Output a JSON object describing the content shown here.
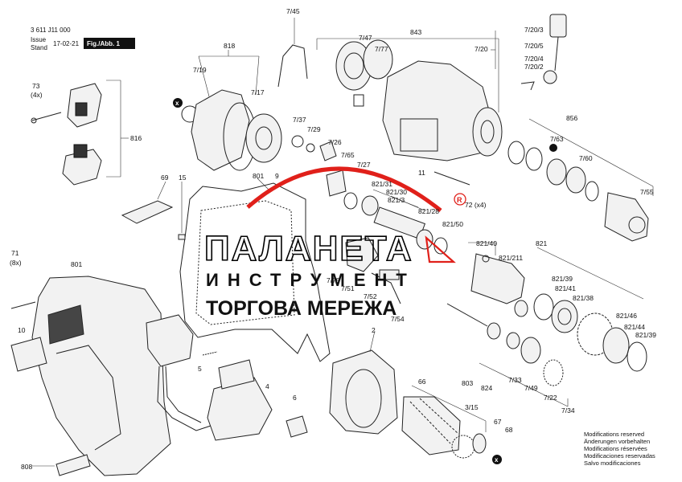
{
  "header": {
    "code": "3 611 J11 000",
    "issue_label_1": "Issue",
    "issue_label_2": "Stand",
    "issue_date": "17-02-21",
    "fig": "Fig./Abb. 1"
  },
  "watermark": {
    "brand": "ПАЛАНЕТА",
    "line2": "ИНСТРУМЕНТ",
    "line3": "ТОРГОВА МЕРЕЖА",
    "registered": "R",
    "accent_color": "#e0201a"
  },
  "labels": {
    "l7_45": "7/45",
    "l843": "843",
    "l7_47": "7/47",
    "l7_77": "7/77",
    "l7_20_3": "7/20/3",
    "l7_20": "7/20",
    "l7_20_5": "7/20/5",
    "l7_20_4": "7/20/4",
    "l7_20_2": "7/20/2",
    "l818": "818",
    "l7_19": "7/19",
    "l7_17": "7/17",
    "l73": "73",
    "l73x": "(4x)",
    "l816": "816",
    "lx": "x",
    "l7_37": "7/37",
    "l7_29": "7/29",
    "l7_26": "7/26",
    "l7_65": "7/65",
    "l7_27": "7/27",
    "l856": "856",
    "l7_63": "7/63",
    "l7_60": "7/60",
    "l7_55": "7/55",
    "l11": "11",
    "l69": "69",
    "l15": "15",
    "l801a": "801",
    "l9": "9",
    "l821_31": "821/31",
    "l821_30": "821/30",
    "l821_3x": "821/3",
    "l821_28": "821/28",
    "l72": "72 (x4)",
    "l821_50": "821/50",
    "l821_40": "821/40",
    "l821": "821",
    "l821_211": "821/211",
    "l821_39a": "821/39",
    "l821_41": "821/41",
    "l821_38": "821/38",
    "l821_46": "821/46",
    "l821_44": "821/44",
    "l821_39b": "821/39",
    "l71": "71",
    "l71x": "(8x)",
    "l801b": "801",
    "l10": "10",
    "l7_75": "7/75",
    "l7_51": "7/51",
    "l7_52": "7/52",
    "l7_54": "7/54",
    "l2": "2",
    "l5": "5",
    "l4": "4",
    "l6": "6",
    "l66": "66",
    "l803": "803",
    "l824": "824",
    "l7_33": "7/33",
    "l7_49": "7/49",
    "l7_22": "7/22",
    "l7_34": "7/34",
    "l3_15": "3/15",
    "l67": "67",
    "l68": "68",
    "l808": "808"
  },
  "modifications": [
    "Modifications reserved",
    "Änderungen vorbehalten",
    "Modifications réservées",
    "Modificaciones reservadas",
    "Salvo modificaciones"
  ]
}
